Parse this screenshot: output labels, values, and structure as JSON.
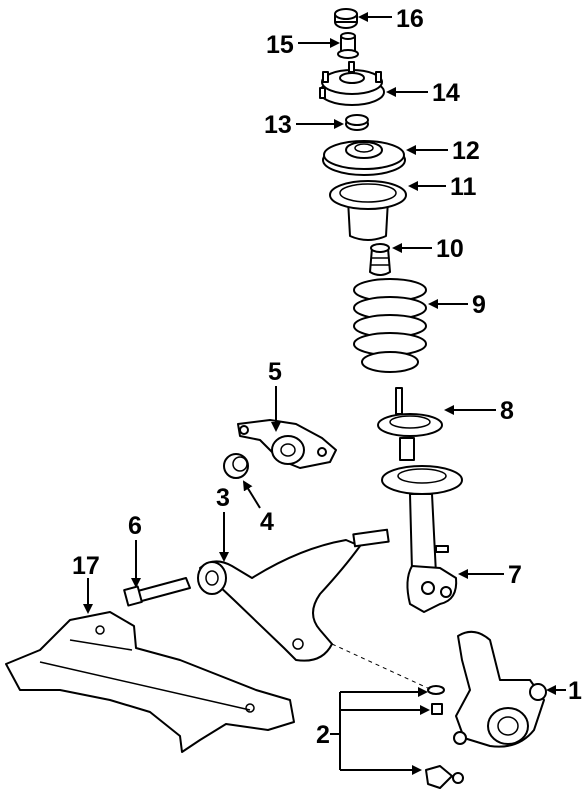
{
  "diagram": {
    "callouts": [
      {
        "id": "1",
        "label": "1"
      },
      {
        "id": "2",
        "label": "2"
      },
      {
        "id": "3",
        "label": "3"
      },
      {
        "id": "4",
        "label": "4"
      },
      {
        "id": "5",
        "label": "5"
      },
      {
        "id": "6",
        "label": "6"
      },
      {
        "id": "7",
        "label": "7"
      },
      {
        "id": "8",
        "label": "8"
      },
      {
        "id": "9",
        "label": "9"
      },
      {
        "id": "10",
        "label": "10"
      },
      {
        "id": "11",
        "label": "11"
      },
      {
        "id": "12",
        "label": "12"
      },
      {
        "id": "13",
        "label": "13"
      },
      {
        "id": "14",
        "label": "14"
      },
      {
        "id": "15",
        "label": "15"
      },
      {
        "id": "16",
        "label": "16"
      },
      {
        "id": "17",
        "label": "17"
      }
    ],
    "parts": [
      "steering-knuckle",
      "ball-joint-hardware",
      "lower-control-arm",
      "bushing",
      "bracket",
      "bolt",
      "strut",
      "spring-seat",
      "coil-spring",
      "bump-stop",
      "spring-insulator",
      "upper-spring-seat",
      "bearing",
      "strut-mount",
      "nut",
      "dust-cap",
      "crossmember"
    ]
  }
}
